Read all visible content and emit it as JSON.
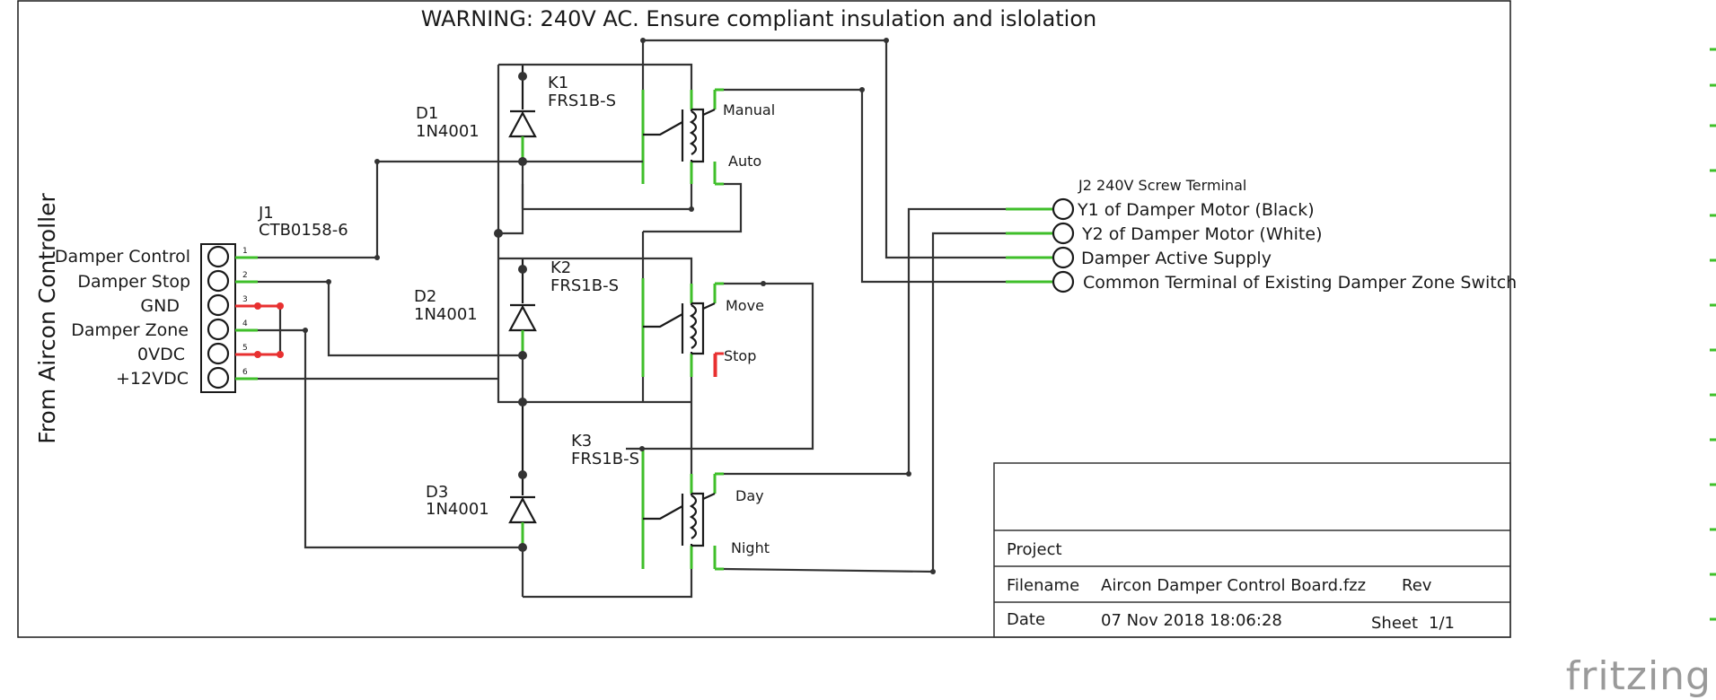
{
  "warning": "WARNING: 240V AC. Ensure compliant insulation and islolation",
  "side_label": "From Aircon Controller",
  "connector_j1": {
    "ref": "J1",
    "part": "CTB0158-6",
    "pins": [
      {
        "num": "1",
        "label": "Damper Control"
      },
      {
        "num": "2",
        "label": "Damper Stop"
      },
      {
        "num": "3",
        "label": "GND"
      },
      {
        "num": "4",
        "label": "Damper Zone"
      },
      {
        "num": "5",
        "label": "0VDC"
      },
      {
        "num": "6",
        "label": "+12VDC"
      }
    ]
  },
  "diodes": [
    {
      "ref": "D1",
      "part": "1N4001"
    },
    {
      "ref": "D2",
      "part": "1N4001"
    },
    {
      "ref": "D3",
      "part": "1N4001"
    }
  ],
  "relays": [
    {
      "ref": "K1",
      "part": "FRS1B-S",
      "contact_a": "Manual",
      "contact_b": "Auto"
    },
    {
      "ref": "K2",
      "part": "FRS1B-S",
      "contact_a": "Move",
      "contact_b": "Stop"
    },
    {
      "ref": "K3",
      "part": "FRS1B-S",
      "contact_a": "Day",
      "contact_b": "Night"
    }
  ],
  "connector_j2": {
    "title": "J2 240V Screw Terminal",
    "terminals": [
      "Y1 of Damper Motor (Black)",
      "Y2 of Damper Motor (White)",
      "Damper Active Supply",
      "Common Terminal of Existing Damper Zone Switch"
    ]
  },
  "title_block": {
    "project_label": "Project",
    "project_value": "",
    "filename_label": "Filename",
    "filename_value": "Aircon Damper Control Board.fzz",
    "rev_label": "Rev",
    "rev_value": "",
    "date_label": "Date",
    "date_value": "07 Nov 2018 18:06:28",
    "sheet_label": "Sheet",
    "sheet_value": "1/1"
  },
  "brand": "fritzing",
  "colors": {
    "pin_green": "#3fbf2a",
    "pin_red": "#e83030",
    "wire": "#333333",
    "brand_gray": "#9a9a9a"
  }
}
